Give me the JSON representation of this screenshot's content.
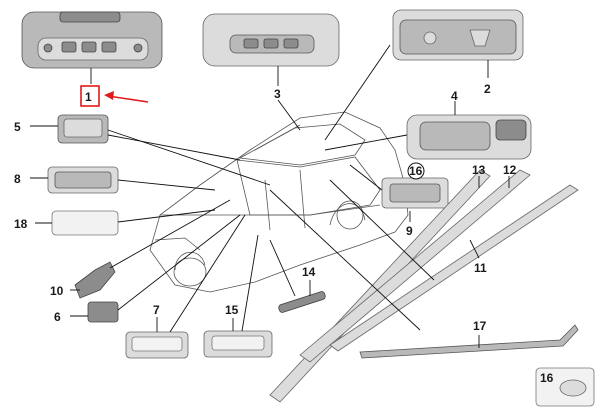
{
  "callouts": {
    "c1": "1",
    "c2": "2",
    "c3": "3",
    "c4": "4",
    "c5": "5",
    "c6": "6",
    "c7": "7",
    "c8": "8",
    "c9": "9",
    "c10": "10",
    "c11": "11",
    "c12": "12",
    "c13": "13",
    "c14": "14",
    "c15": "15",
    "c16a": "16",
    "c16b": "16",
    "c17": "17",
    "c18": "18"
  },
  "colors": {
    "highlight": "#e01b1b",
    "line": "#111111",
    "part": "#b9b9b9"
  }
}
